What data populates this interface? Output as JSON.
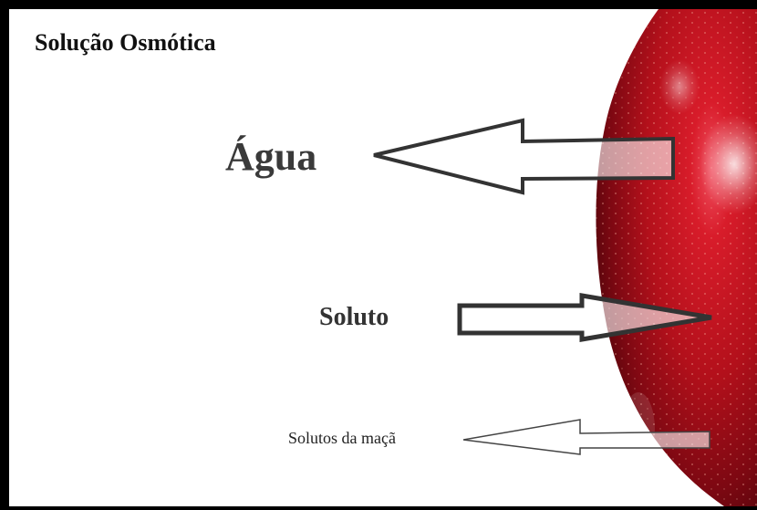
{
  "title": "Solução  Osmótica",
  "labels": {
    "water": "Água",
    "solute": "Soluto",
    "apple_solutes": "Solutos da maçã"
  },
  "arrows": [
    {
      "id": "water-arrow",
      "direction": "left",
      "label_ref": "labels.water"
    },
    {
      "id": "solute-arrow",
      "direction": "right",
      "label_ref": "labels.solute"
    },
    {
      "id": "apple-solutes-arrow",
      "direction": "left",
      "label_ref": "labels.apple_solutes"
    }
  ],
  "colors": {
    "apple_red": "#b0101a",
    "apple_dark": "#6e0710",
    "arrow_stroke": "#3d3d3d",
    "border": "#000000"
  },
  "icons": {
    "apple": "apple-image"
  }
}
